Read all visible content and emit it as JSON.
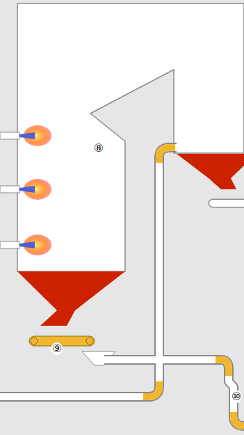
{
  "diagram": {
    "labels": [
      "⑧",
      "⑨",
      "⑩"
    ]
  }
}
